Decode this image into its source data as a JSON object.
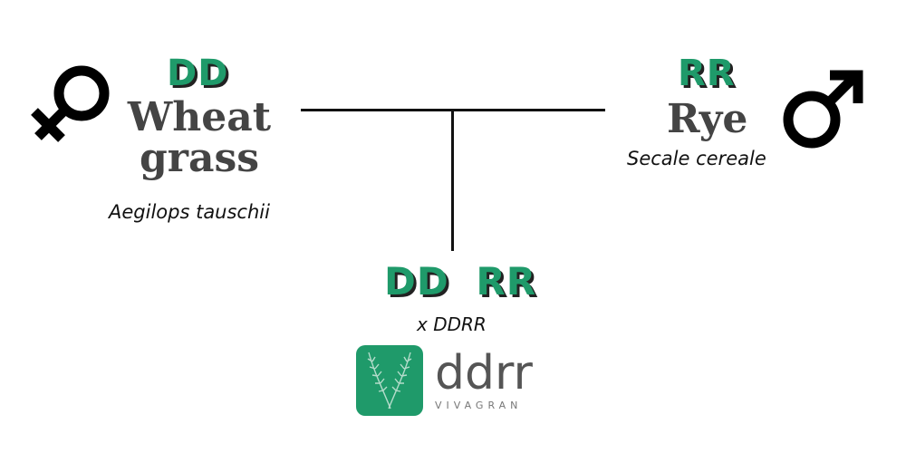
{
  "female": {
    "genome": "DD",
    "name_line1": "Wheat",
    "name_line2": "grass",
    "scientific": "Aegilops tauschii",
    "icon": "female-symbol-icon"
  },
  "male": {
    "genome": "RR",
    "name": "Rye",
    "scientific": "Secale cereale",
    "icon": "male-symbol-icon"
  },
  "hybrid": {
    "genome": "DD RR",
    "label": "x DDRR"
  },
  "logo": {
    "word": "ddrr",
    "sub": "VIVAGRAN",
    "icon": "wheat-ears-icon"
  },
  "colors": {
    "genome_green": "#1f9a6a",
    "name_grey": "#444444",
    "line": "#111111"
  }
}
